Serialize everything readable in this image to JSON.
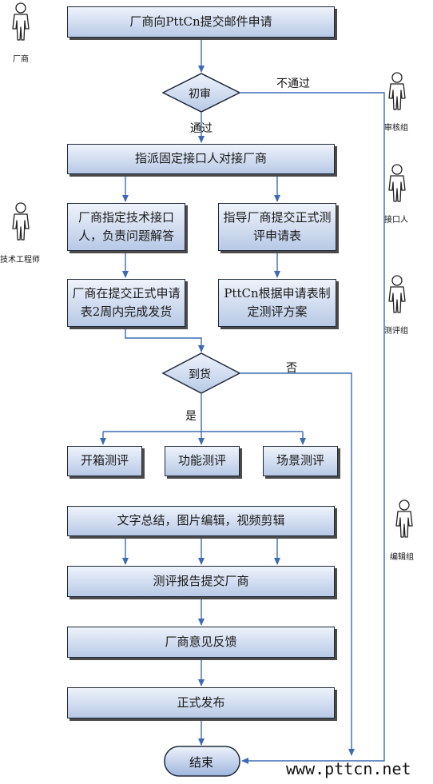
{
  "nodes": {
    "submit": "厂商向PttCn提交邮件申请",
    "first_review": "初审",
    "assign": "指派固定接口人对接厂商",
    "tech_contact": "厂商指定技术接口人，负责问题解答",
    "guide_form": "指导厂商提交正式测评申请表",
    "ship": "厂商在提交正式申请表2周内完成发货",
    "plan": "PttCn根据申请表制定测评方案",
    "arrival": "到货",
    "unboxing": "开箱测评",
    "function": "功能测评",
    "scenario": "场景测评",
    "editing": "文字总结，图片编辑，视频剪辑",
    "report": "测评报告提交厂商",
    "feedback": "厂商意见反馈",
    "publish": "正式发布",
    "end": "结束"
  },
  "edge_labels": {
    "reject": "不通过",
    "pass": "通过",
    "no": "否",
    "yes": "是"
  },
  "roles": {
    "vendor": "厂商",
    "review_group": "审核组",
    "contact_person": "接口人",
    "tech_engineer": "技术工程师",
    "test_group": "测评组",
    "edit_group": "编辑组"
  },
  "watermark": "www.pttcn.net",
  "colors": {
    "arrow": "#3d6bb3",
    "box_top": "#eef3fb",
    "box_bottom": "#b8c9e6"
  }
}
